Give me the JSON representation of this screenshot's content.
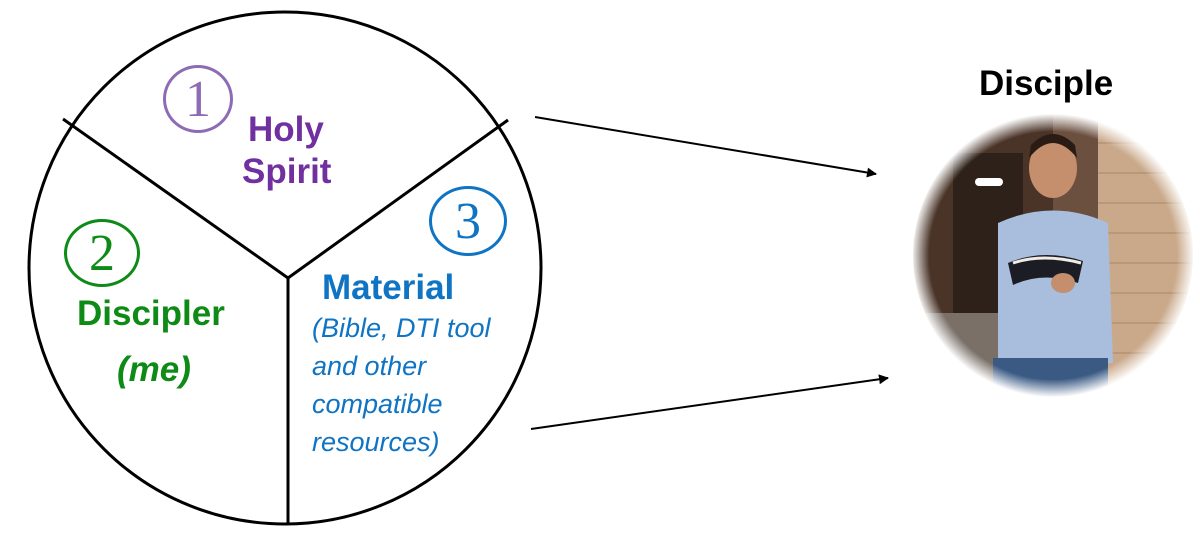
{
  "diagram": {
    "segments": [
      {
        "number": "1",
        "title_line1": "Holy",
        "title_line2": "Spirit",
        "color": "#7030a0",
        "number_color": "#8e6bb5"
      },
      {
        "number": "2",
        "title_line1": "Discipler",
        "title_line2": "(me)",
        "color": "#0e8a16",
        "number_color": "#0e8a16"
      },
      {
        "number": "3",
        "title_line1": "Material",
        "details": [
          "(Bible, DTI tool",
          "and other",
          "compatible",
          "resources)"
        ],
        "color": "#0f74c4",
        "number_color": "#0f74c4"
      }
    ],
    "target": {
      "title": "Disciple",
      "image_description": "man in blue t-shirt reading a Bible leaning against a brick wall"
    },
    "arrows": [
      "upper-arrow",
      "lower-arrow"
    ]
  }
}
